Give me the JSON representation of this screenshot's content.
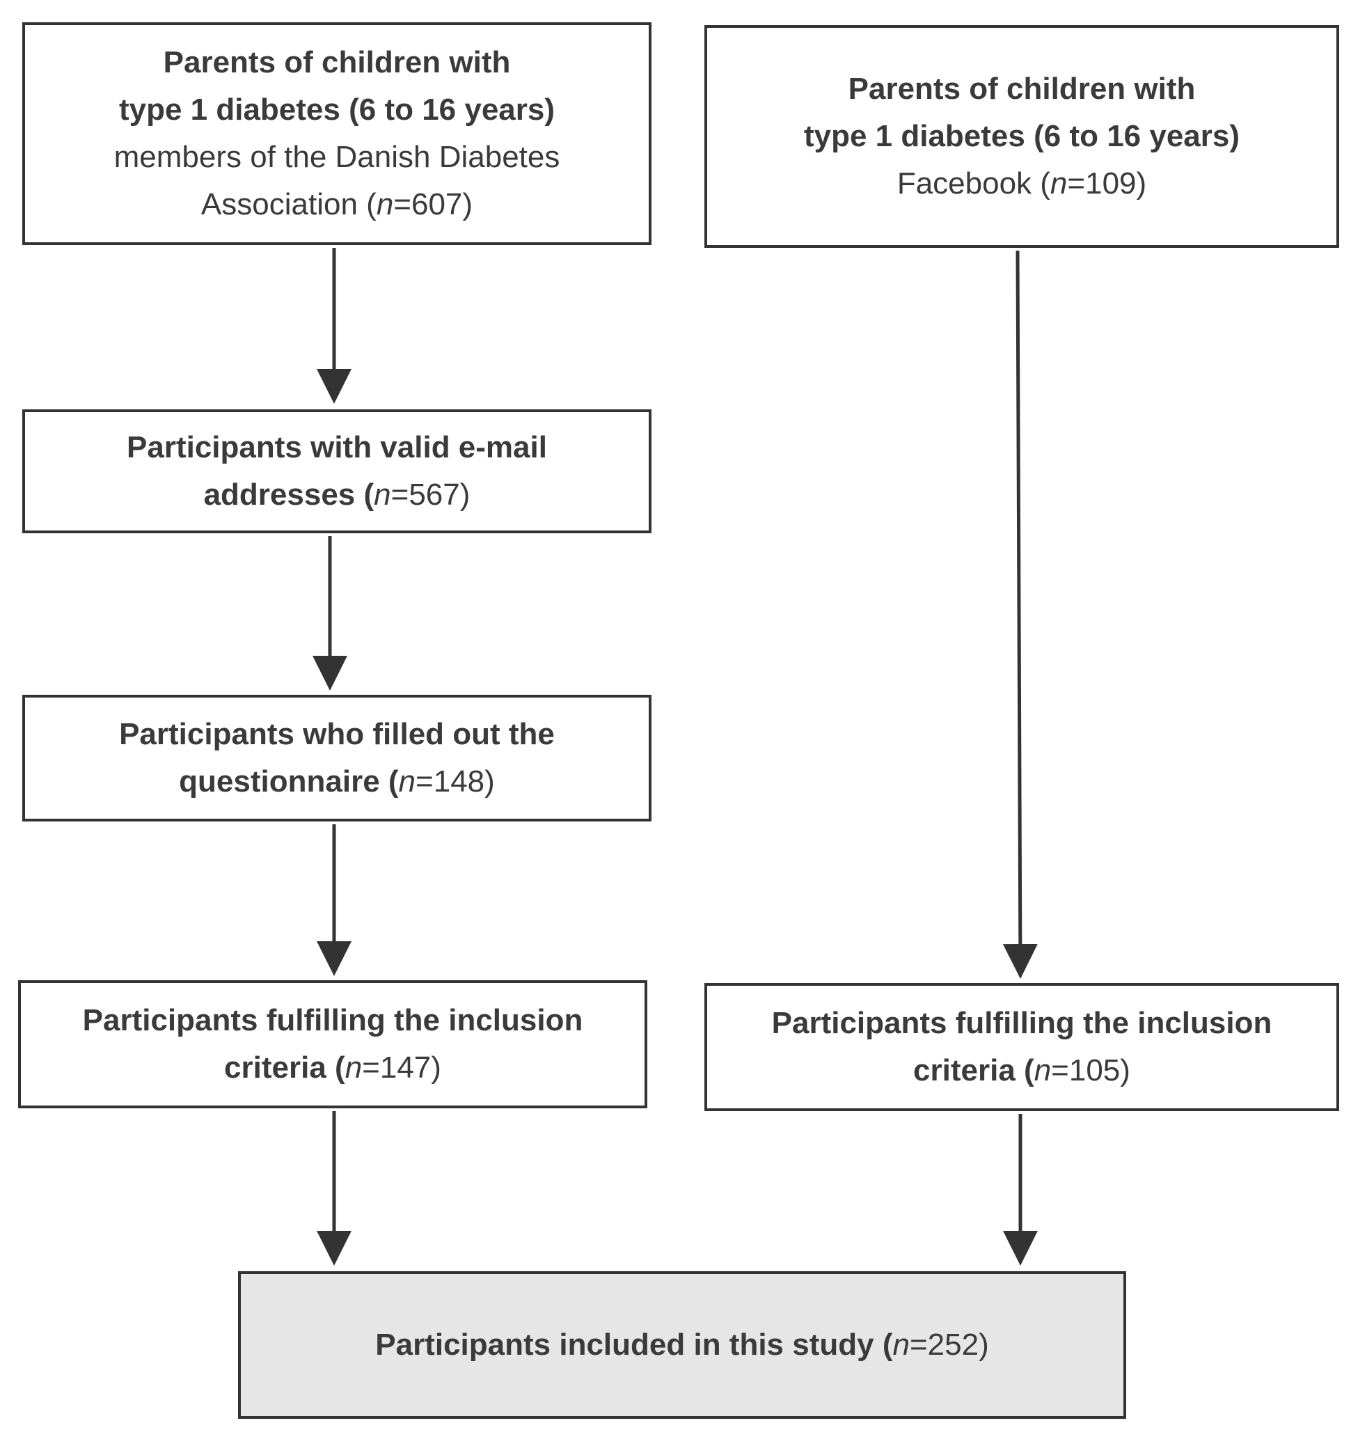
{
  "diagram": {
    "boxes": {
      "source_association": {
        "line1": "Parents of children with",
        "line2": "type 1 diabetes (6 to 16 years)",
        "line3": "members of the Danish Diabetes",
        "line4_text": "Association (",
        "n_symbol": "n",
        "n_value": "=607)"
      },
      "source_facebook": {
        "line1": "Parents of children with",
        "line2": "type 1 diabetes (6 to 16 years)",
        "line3_text": "Facebook (",
        "n_symbol": "n",
        "n_value": "=109)"
      },
      "valid_email": {
        "line1": "Participants with valid e-mail",
        "line2_text": "addresses (",
        "n_symbol": "n",
        "n_value": "=567)"
      },
      "filled_questionnaire": {
        "line1": "Participants who filled out the",
        "line2_text": "questionnaire (",
        "n_symbol": "n",
        "n_value": "=148)"
      },
      "inclusion_left": {
        "line1": "Participants fulfilling the inclusion",
        "line2_text": "criteria (",
        "n_symbol": "n",
        "n_value": "=147)"
      },
      "inclusion_right": {
        "line1": "Participants fulfilling the inclusion",
        "line2_text": "criteria (",
        "n_symbol": "n",
        "n_value": "=105)"
      },
      "included": {
        "line1_text": "Participants included in this study (",
        "n_symbol": "n",
        "n_value": "=252)"
      }
    },
    "colors": {
      "border": "#333333",
      "arrow": "#333333",
      "shaded_fill": "#e6e6e6",
      "text": "#3a3a3a"
    }
  }
}
